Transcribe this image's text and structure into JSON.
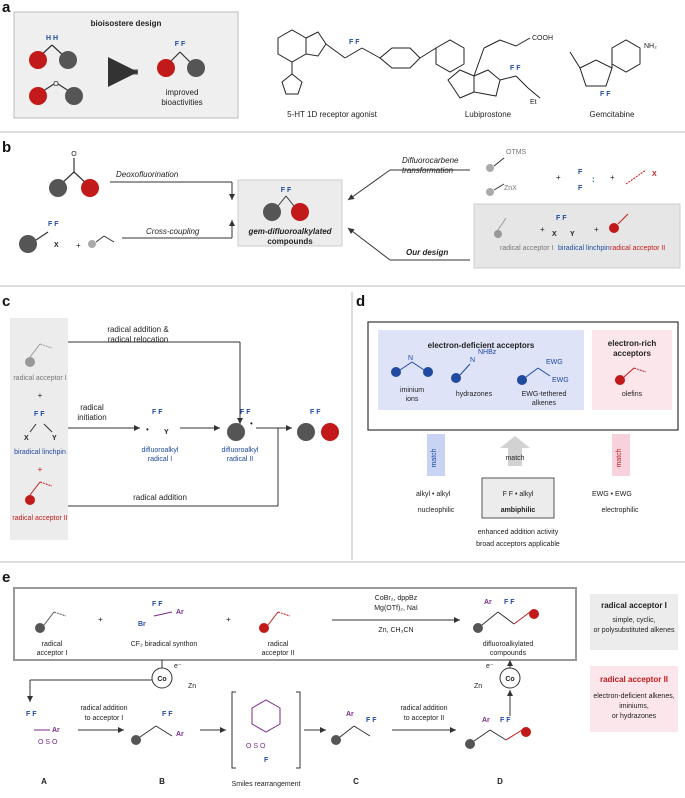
{
  "panel_labels": {
    "a": "a",
    "b": "b",
    "c": "c",
    "d": "d",
    "e": "e"
  },
  "a": {
    "bioisostere_title": "bioisostere design",
    "improved": "improved",
    "bioactivities": "bioactivities",
    "mol1_name": "5-HT 1D receptor agonist",
    "mol2_name": "Lubiprostone",
    "mol3_name": "Gemcitabine",
    "cooh": "COOH",
    "nh2": "NH₂",
    "et": "Et"
  },
  "b": {
    "deoxofluorination": "Deoxofluorination",
    "cross_coupling": "Cross-coupling",
    "difluorocarbene_line1": "Difluorocarbene",
    "difluorocarbene_line2": "transformation",
    "our_design": "Our design",
    "product_line1": "gem-difluoroalkylated",
    "product_line2": "compounds",
    "otms": "OTMS",
    "znx": "ZnX",
    "x": "X",
    "radical_acceptor_I": "radical acceptor I",
    "biradical_linchpin": "biradical linchpin",
    "radical_acceptor_II": "radical acceptor II"
  },
  "c": {
    "radical_acceptor_I": "radical acceptor I",
    "biradical_linchpin": "biradical linchpin",
    "radical_acceptor_II": "radical acceptor II",
    "addition_relocation_line1": "radical addition &",
    "addition_relocation_line2": "radical relocation",
    "radical_initiation_line1": "radical",
    "radical_initiation_line2": "initiation",
    "difluoroalkyl_radical_I": "difluoroalkyl radical I",
    "difluoroalkyl_radical_II": "difluoroalkyl radical II",
    "radical_addition": "radical addition"
  },
  "d": {
    "electron_deficient": "electron-deficient acceptors",
    "electron_rich": "electron-rich acceptors",
    "iminium_ions": "iminium ions",
    "hydrazones": "hydrazones",
    "ewg_alkenes": "EWG-tethered alkenes",
    "olefins": "olefins",
    "nhbz": "NHBz",
    "ewg": "EWG",
    "match": "match",
    "nucleophilic": "nucleophilic",
    "ambiphilic": "ambiphilic",
    "electrophilic": "electrophilic",
    "alkyl": "alkyl",
    "enhanced": "enhanced addition activity",
    "broad": "broad acceptors applicable"
  },
  "e": {
    "radical_acceptor_I": "radical acceptor I",
    "cf2_synthon": "CF₂ biradical synthon",
    "radical_acceptor_II": "radical acceptor II",
    "cond1": "CoBr₂, dppBz",
    "cond2": "Mg(OTf)₂, NaI",
    "cond3": "Zn, CH₃CN",
    "product_line1": "difluoroalkylated",
    "product_line2": "compounds",
    "box1_title": "radical acceptor I",
    "box1_line1": "simple, cyclic,",
    "box1_line2": "or polysubstituted alkenes",
    "box2_title": "radical acceptor II",
    "box2_line1": "electron-deficient alkenes,",
    "box2_line2": "iminiums,",
    "box2_line3": "or hydrazones",
    "addI_line1": "radical addition",
    "addI_line2": "to acceptor I",
    "addII_line1": "radical addition",
    "addII_line2": "to acceptor II",
    "smiles": "Smiles rearrangement",
    "zn": "Zn",
    "co": "Co",
    "eminus": "e⁻",
    "ar": "Ar",
    "br": "Br",
    "labels": {
      "A": "A",
      "B": "B",
      "C": "C",
      "D": "D"
    }
  },
  "colors": {
    "red": "#c21a1a",
    "blue": "#1f4aa0",
    "gray": "#555555",
    "purple": "#7a2a8a",
    "box_blue": "#dfe3f8",
    "box_pink": "#fbe6ec",
    "box_gray": "#ececec"
  }
}
